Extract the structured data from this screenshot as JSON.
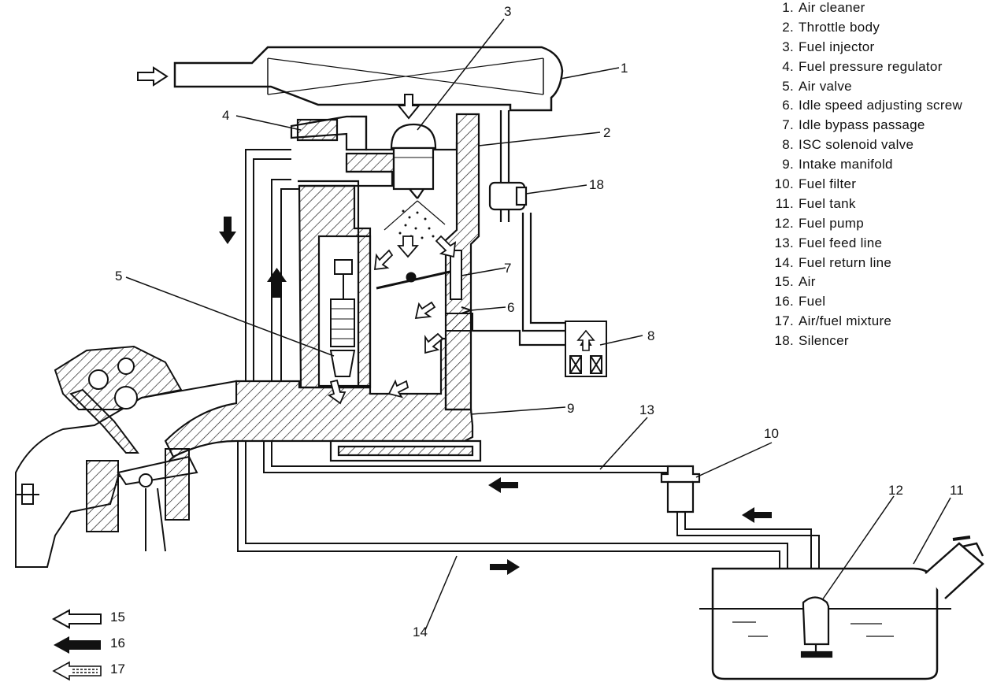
{
  "legend": [
    {
      "num": "1.",
      "label": "Air cleaner"
    },
    {
      "num": "2.",
      "label": "Throttle body"
    },
    {
      "num": "3.",
      "label": "Fuel injector"
    },
    {
      "num": "4.",
      "label": "Fuel pressure regulator"
    },
    {
      "num": "5.",
      "label": "Air valve"
    },
    {
      "num": "6.",
      "label": "Idle speed adjusting screw"
    },
    {
      "num": "7.",
      "label": "Idle bypass passage"
    },
    {
      "num": "8.",
      "label": "ISC solenoid valve"
    },
    {
      "num": "9.",
      "label": "Intake manifold"
    },
    {
      "num": "10.",
      "label": "Fuel filter"
    },
    {
      "num": "11.",
      "label": "Fuel tank"
    },
    {
      "num": "12.",
      "label": "Fuel pump"
    },
    {
      "num": "13.",
      "label": "Fuel feed line"
    },
    {
      "num": "14.",
      "label": "Fuel return line"
    },
    {
      "num": "15.",
      "label": "Air"
    },
    {
      "num": "16.",
      "label": "Fuel"
    },
    {
      "num": "17.",
      "label": "Air/fuel mixture"
    },
    {
      "num": "18.",
      "label": "Silencer"
    }
  ],
  "callouts": {
    "c1": "1",
    "c2": "2",
    "c3": "3",
    "c4": "4",
    "c5": "5",
    "c6": "6",
    "c7": "7",
    "c8": "8",
    "c9": "9",
    "c10": "10",
    "c11": "11",
    "c12": "12",
    "c13": "13",
    "c14": "14",
    "c18": "18"
  },
  "arrow_key": {
    "air": "15",
    "fuel": "16",
    "mixture": "17"
  },
  "colors": {
    "ink": "#111111",
    "paper": "#ffffff"
  }
}
